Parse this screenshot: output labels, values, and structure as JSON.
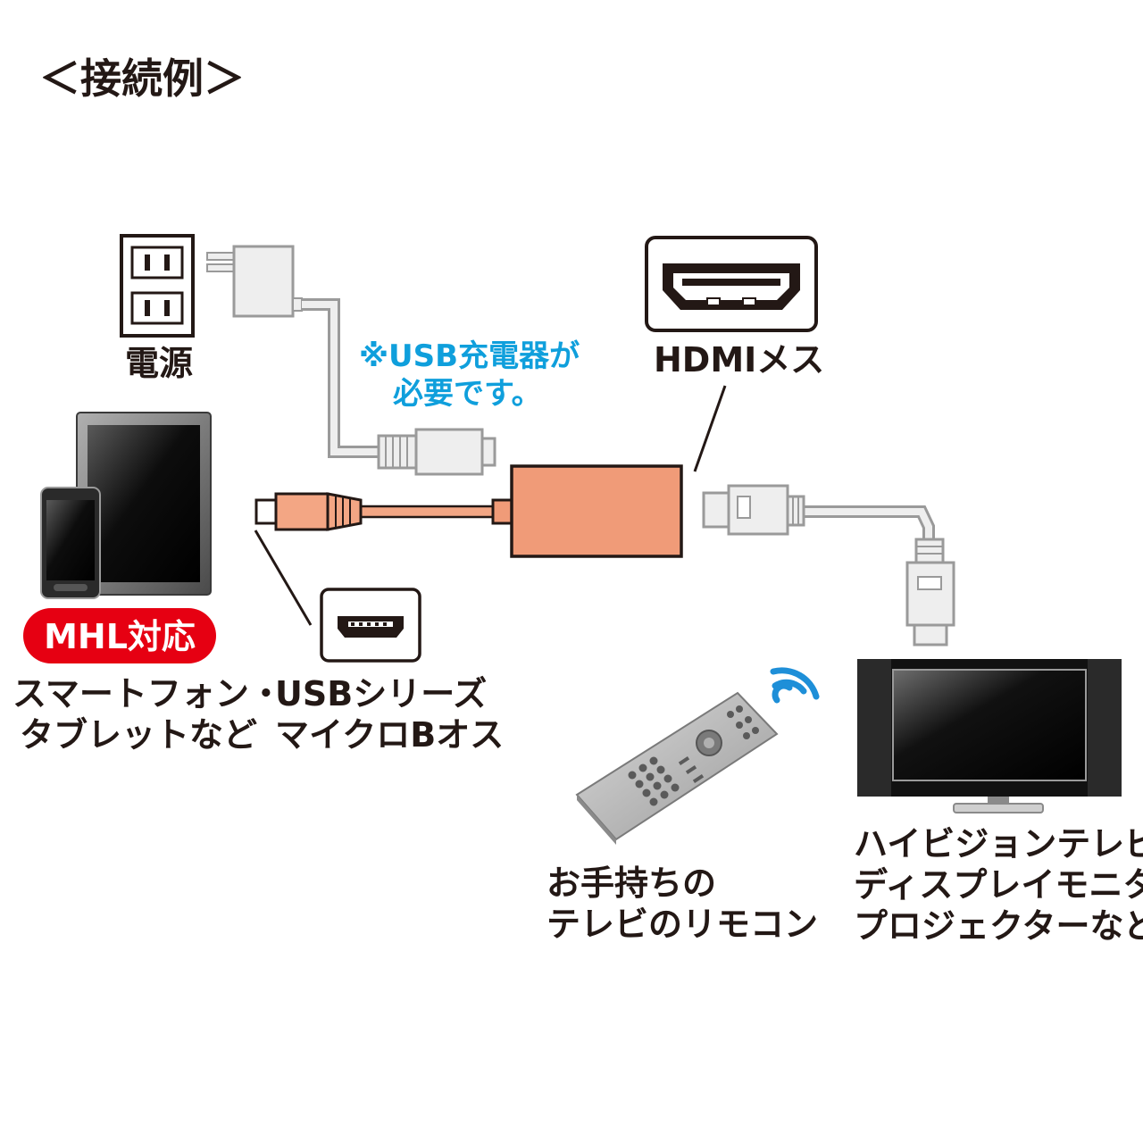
{
  "title": "＜接続例＞",
  "labels": {
    "power": "電源",
    "charger_note_line1": "※USB充電器が",
    "charger_note_line2": "必要です。",
    "hdmi": "HDMIメス",
    "mhl_badge": "MHL対応",
    "device_line1": "スマートフォン・",
    "device_line2": "タブレットなど",
    "usb_line1": "USBシリーズ",
    "usb_line2": "マイクロBオス",
    "remote_line1": "お手持ちの",
    "remote_line2": "テレビのリモコン",
    "tv_line1": "ハイビジョンテレビ",
    "tv_line2": "ディスプレイモニタ",
    "tv_line3": "プロジェクターなど"
  },
  "colors": {
    "adapter": "#f09b78",
    "cable_orange": "#f3a684",
    "outline": "#231815",
    "light_gray": "#e6e6e6",
    "mid_gray": "#9a9a9a",
    "note_blue": "#0f9fdc",
    "badge_red": "#e60012",
    "wave_blue": "#1e8fd8"
  },
  "icons": {
    "outlet": "wall-outlet-icon",
    "charger": "usb-charger-icon",
    "hdmi_port": "hdmi-female-port-icon",
    "usb_port": "micro-usb-port-icon",
    "tablet": "tablet-icon",
    "phone": "smartphone-icon",
    "tv": "television-icon",
    "remote": "remote-control-icon",
    "signal": "wireless-signal-icon"
  }
}
